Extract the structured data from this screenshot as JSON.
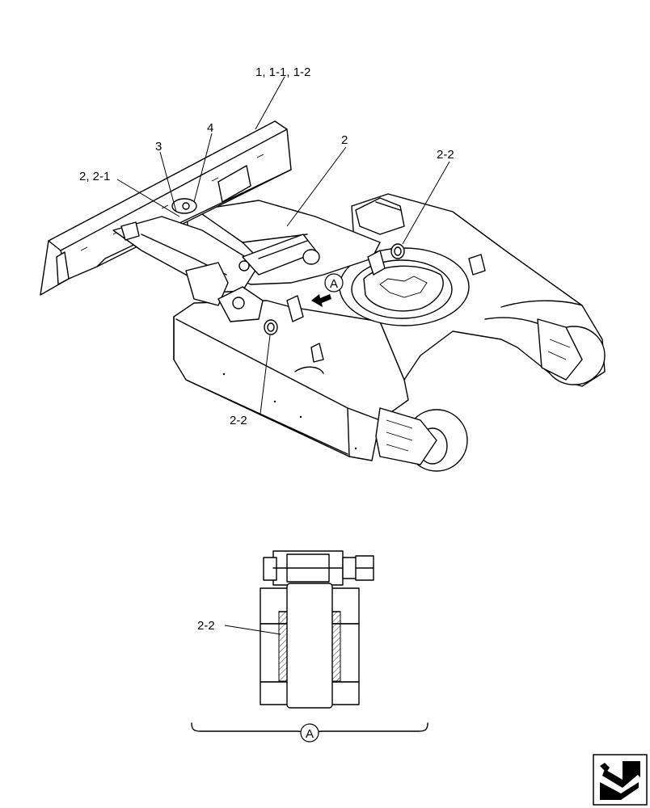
{
  "callouts": {
    "blade": "1, 1-1, 1-2",
    "pin": "4",
    "plate": "3",
    "frame_arm": "2, 2-1",
    "frame": "2",
    "bushing_top": "2-2",
    "bushing_bottom": "2-2",
    "detail_bushing": "2-2"
  },
  "view_markers": {
    "main_view_ref": "A",
    "detail_view_ref": "A"
  },
  "icons": {
    "corner": "page-turn-arrow-icon"
  }
}
